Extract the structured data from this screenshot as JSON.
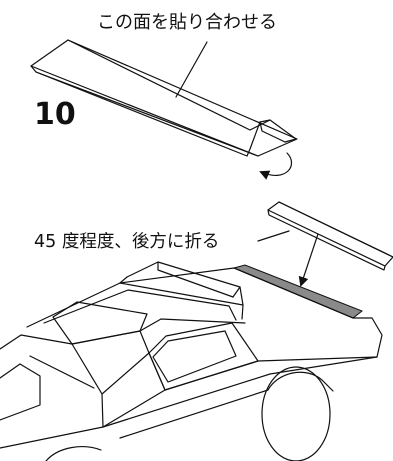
{
  "labels": {
    "glue_face": "この面を貼り合わせる",
    "step": "10",
    "fold_instruction": "45 度程度、後方に折る"
  },
  "colors": {
    "line": "#111111",
    "fold_strip": "#8a8a8a",
    "background": "#ffffff"
  },
  "icons": {
    "fold_arrow": "curved-arrow-icon",
    "pointer": "arrow-icon"
  }
}
